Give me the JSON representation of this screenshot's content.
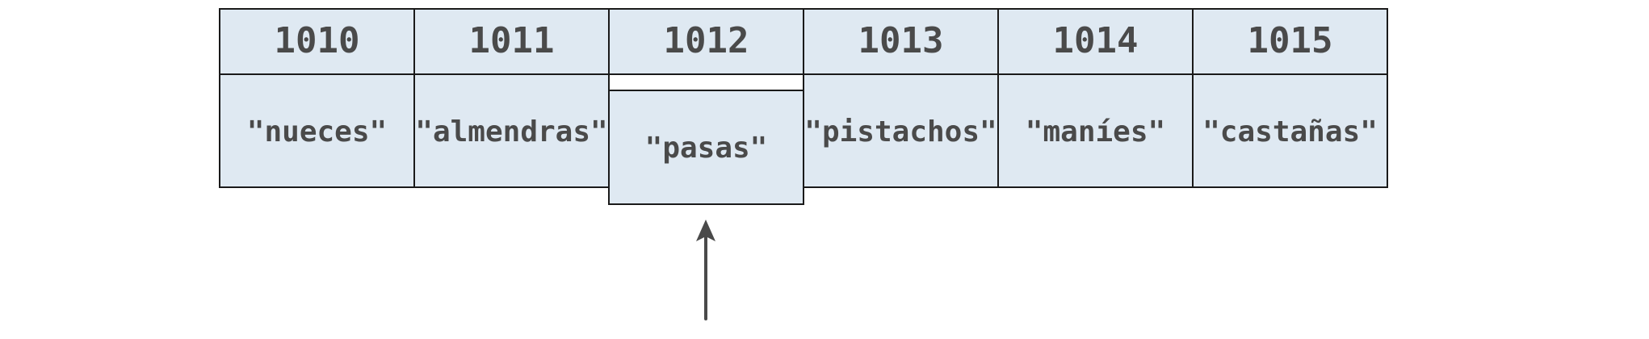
{
  "colors": {
    "cell_fill": "#dfe9f2",
    "border": "#1a1a1a",
    "text": "#4a4a4a",
    "arrow": "#4a4a4a"
  },
  "memory": {
    "cells": [
      {
        "address": "1010",
        "value": "\"nueces\""
      },
      {
        "address": "1011",
        "value": "\"almendras\""
      },
      {
        "address": "1012",
        "value": "\"pasas\""
      },
      {
        "address": "1013",
        "value": "\"pistachos\""
      },
      {
        "address": "1014",
        "value": "\"maníes\""
      },
      {
        "address": "1015",
        "value": "\"castañas\""
      }
    ],
    "selected_index": 2
  },
  "pointer": {
    "icon": "up-arrow-icon",
    "target_index": 2
  }
}
